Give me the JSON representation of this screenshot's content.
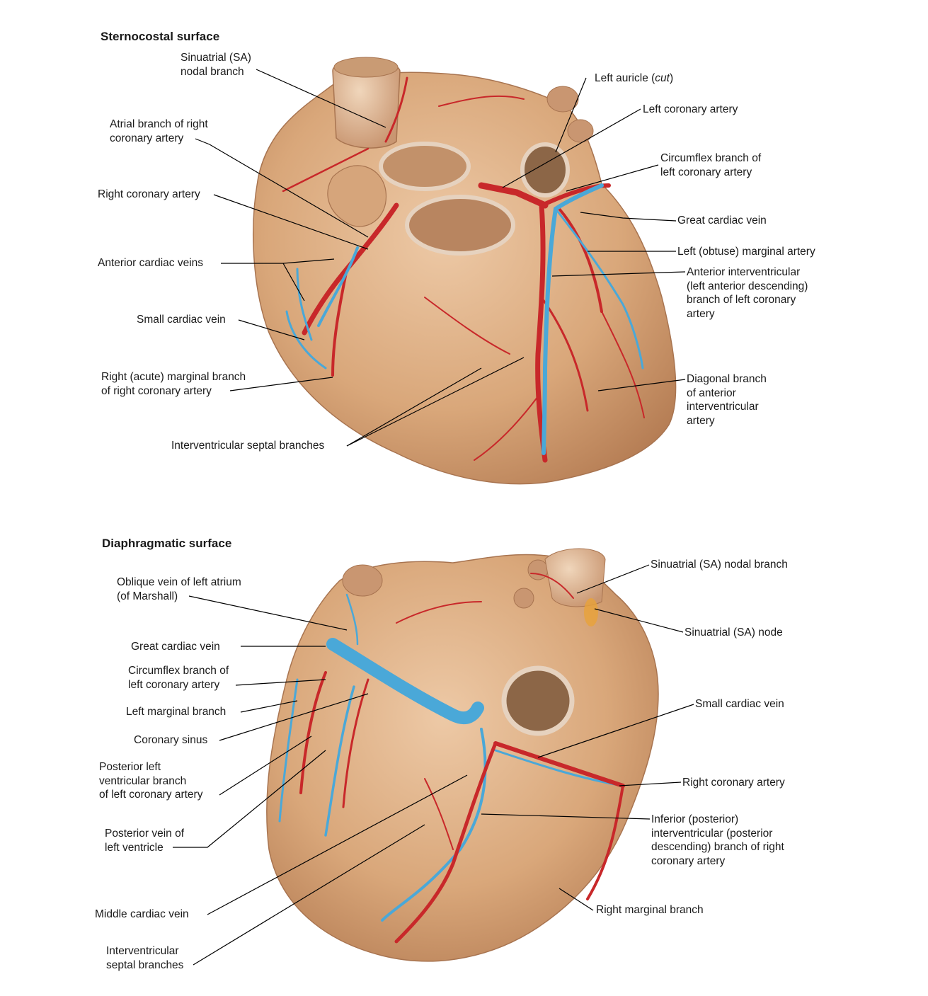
{
  "titles": {
    "top": "Sternocostal surface",
    "bottom": "Diaphragmatic surface"
  },
  "colors": {
    "artery": "#c8282a",
    "vein": "#4aa8d8",
    "myocardium": "#d9a77a",
    "sa_node": "#e8a23a"
  },
  "labels": [
    {
      "id": "t_sa_nodal",
      "lines": [
        "Sinuatrial (SA)",
        "nodal branch"
      ],
      "italic": []
    },
    {
      "id": "t_atrial_rca",
      "lines": [
        "Atrial branch of right",
        "coronary artery"
      ]
    },
    {
      "id": "t_rca",
      "lines": [
        "Right coronary artery"
      ]
    },
    {
      "id": "t_ant_cardiac_veins",
      "lines": [
        "Anterior cardiac veins"
      ]
    },
    {
      "id": "t_small_cardiac_vein",
      "lines": [
        "Small cardiac vein"
      ]
    },
    {
      "id": "t_right_marginal",
      "lines": [
        "Right (acute) marginal branch",
        "of right coronary artery"
      ]
    },
    {
      "id": "t_iv_septal",
      "lines": [
        "Interventricular septal branches"
      ]
    },
    {
      "id": "t_left_auricle",
      "lines": [
        "Left auricle (cut)"
      ]
    },
    {
      "id": "t_lca",
      "lines": [
        "Left coronary artery"
      ]
    },
    {
      "id": "t_circumflex",
      "lines": [
        "Circumflex branch of",
        "left coronary artery"
      ]
    },
    {
      "id": "t_great_cardiac_vein",
      "lines": [
        "Great cardiac vein"
      ]
    },
    {
      "id": "t_left_obtuse_marginal",
      "lines": [
        "Left (obtuse) marginal artery"
      ]
    },
    {
      "id": "t_lad",
      "lines": [
        "Anterior interventricular",
        "(left anterior descending)",
        "branch of left coronary",
        "artery"
      ]
    },
    {
      "id": "t_diagonal",
      "lines": [
        "Diagonal branch",
        "of anterior",
        "interventricular",
        "artery"
      ]
    },
    {
      "id": "b_oblique_vein",
      "lines": [
        "Oblique vein of left atrium",
        "(of Marshall)"
      ]
    },
    {
      "id": "b_great_cardiac_vein",
      "lines": [
        "Great cardiac vein"
      ]
    },
    {
      "id": "b_circumflex",
      "lines": [
        "Circumflex branch of",
        "left coronary artery"
      ]
    },
    {
      "id": "b_left_marginal",
      "lines": [
        "Left marginal branch"
      ]
    },
    {
      "id": "b_coronary_sinus",
      "lines": [
        "Coronary sinus"
      ]
    },
    {
      "id": "b_post_lv_branch",
      "lines": [
        "Posterior left",
        "ventricular branch",
        "of left coronary artery"
      ]
    },
    {
      "id": "b_post_vein_lv",
      "lines": [
        "Posterior vein of",
        "left ventricle"
      ]
    },
    {
      "id": "b_middle_cardiac_vein",
      "lines": [
        "Middle cardiac vein"
      ]
    },
    {
      "id": "b_iv_septal",
      "lines": [
        "Interventricular",
        "septal branches"
      ]
    },
    {
      "id": "b_sa_nodal",
      "lines": [
        "Sinuatrial (SA) nodal branch"
      ]
    },
    {
      "id": "b_sa_node",
      "lines": [
        "Sinuatrial (SA) node"
      ]
    },
    {
      "id": "b_small_cardiac_vein",
      "lines": [
        "Small cardiac vein"
      ]
    },
    {
      "id": "b_rca",
      "lines": [
        "Right coronary artery"
      ]
    },
    {
      "id": "b_pda",
      "lines": [
        "Inferior (posterior)",
        "interventricular (posterior",
        "descending) branch of right",
        "coronary artery"
      ]
    },
    {
      "id": "b_right_marginal",
      "lines": [
        "Right marginal branch"
      ]
    }
  ]
}
